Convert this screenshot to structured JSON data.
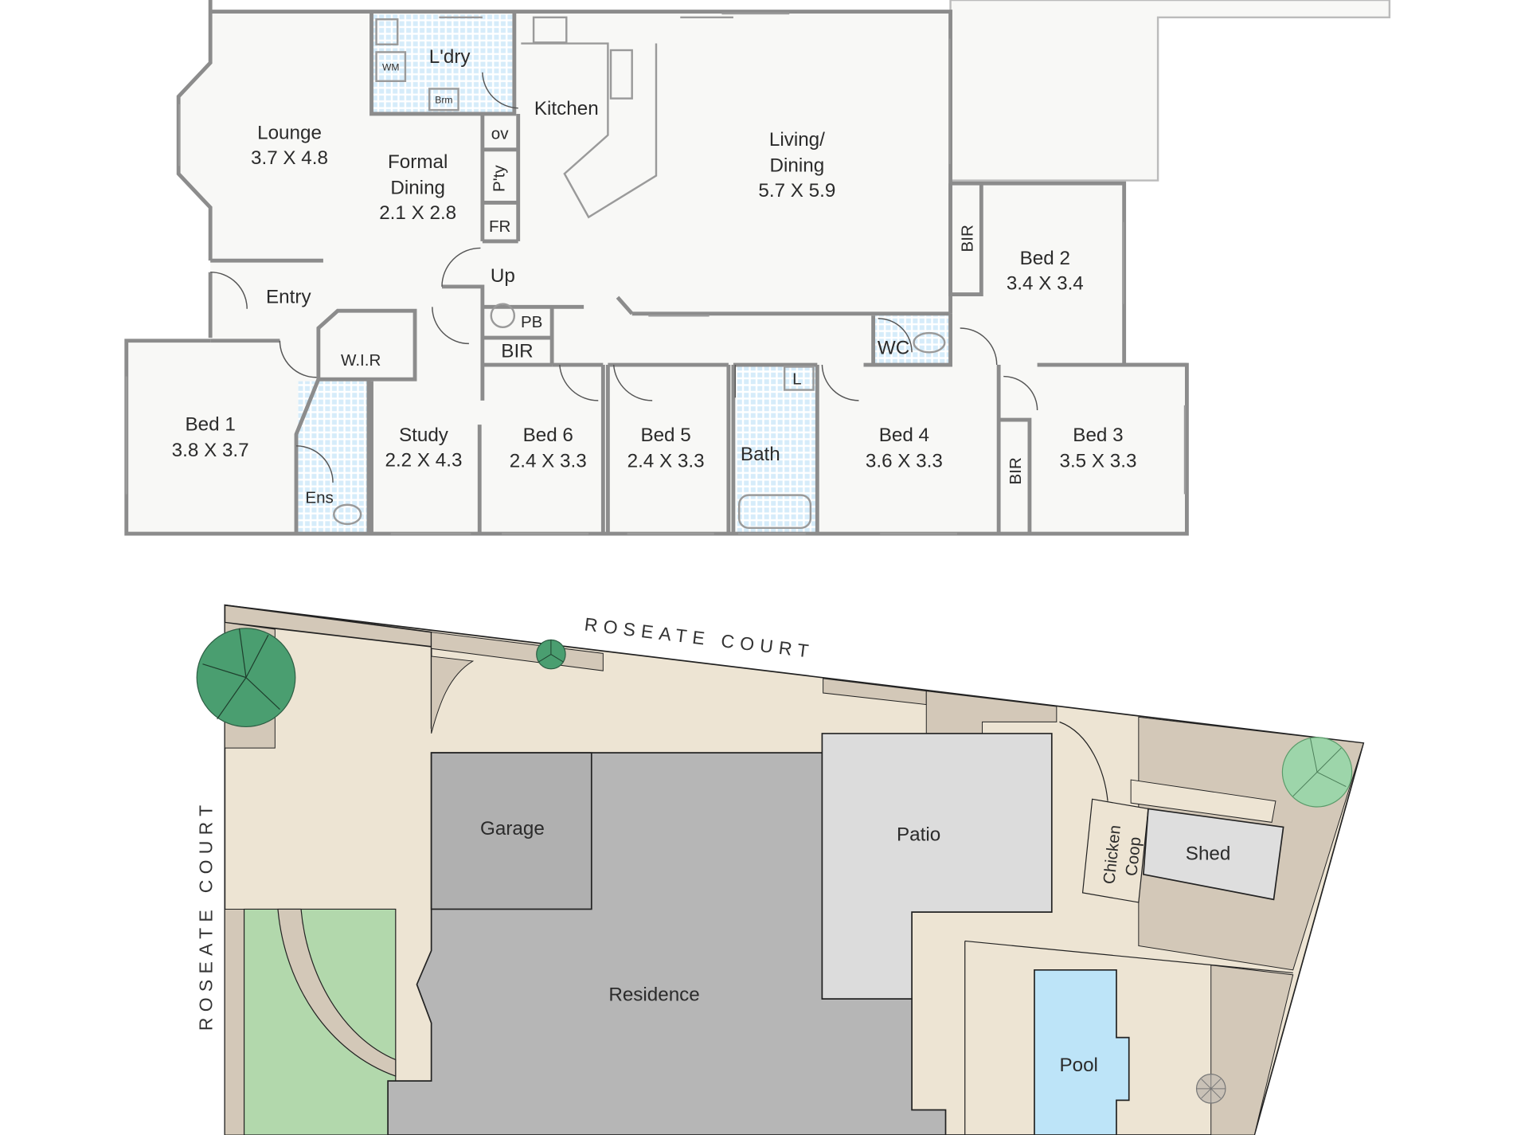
{
  "floor_plan": {
    "lounge": {
      "name": "Lounge",
      "size": "3.7 X 4.8"
    },
    "formal_dining": {
      "name1": "Formal",
      "name2": "Dining",
      "size": "2.1 X 2.8"
    },
    "laundry": {
      "name": "L'dry",
      "wm": "WM",
      "brm": "Brm"
    },
    "kitchen": {
      "name": "Kitchen",
      "ov": "ov",
      "pantry": "P'ty",
      "fridge": "FR"
    },
    "up": "Up",
    "pb": "PB",
    "bir_hall": "BIR",
    "living": {
      "name1": "Living/",
      "name2": "Dining",
      "size": "5.7 X 5.9"
    },
    "bed2": {
      "name": "Bed 2",
      "size": "3.4 X 3.4",
      "bir": "BIR"
    },
    "entry": "Entry",
    "wir": "W.I.R",
    "wc": "WC",
    "linen": "L",
    "bed1": {
      "name": "Bed 1",
      "size": "3.8 X 3.7"
    },
    "ensuite": "Ens",
    "study": {
      "name": "Study",
      "size": "2.2 X 4.3"
    },
    "bed6": {
      "name": "Bed 6",
      "size": "2.4 X 3.3"
    },
    "bed5": {
      "name": "Bed 5",
      "size": "2.4 X 3.3"
    },
    "bath": "Bath",
    "bed4": {
      "name": "Bed 4",
      "size": "3.6 X 3.3"
    },
    "bed3": {
      "name": "Bed 3",
      "size": "3.5 X 3.3",
      "bir": "BIR"
    }
  },
  "site_plan": {
    "street_top": "ROSEATE COURT",
    "street_left": "ROSEATE COURT",
    "garage": "Garage",
    "residence": "Residence",
    "patio": "Patio",
    "chicken1": "Chicken",
    "chicken2": "Coop",
    "shed": "Shed",
    "pool": "Pool"
  },
  "colors": {
    "paving": "#ede4d3",
    "garden_bed": "#d3c8b8",
    "residence": "#b6b6b6",
    "patio": "#dcdcdc",
    "lawn": "#b2d8ac",
    "pool": "#bde4f8",
    "tree": "#4a9e70",
    "tile": "#d6ecfa"
  }
}
